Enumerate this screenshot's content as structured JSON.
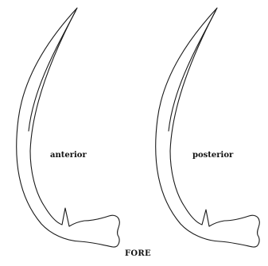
{
  "figure": {
    "left_claw": {
      "label": "anterior"
    },
    "right_claw": {
      "label": "posterior"
    },
    "caption": "FORE"
  }
}
